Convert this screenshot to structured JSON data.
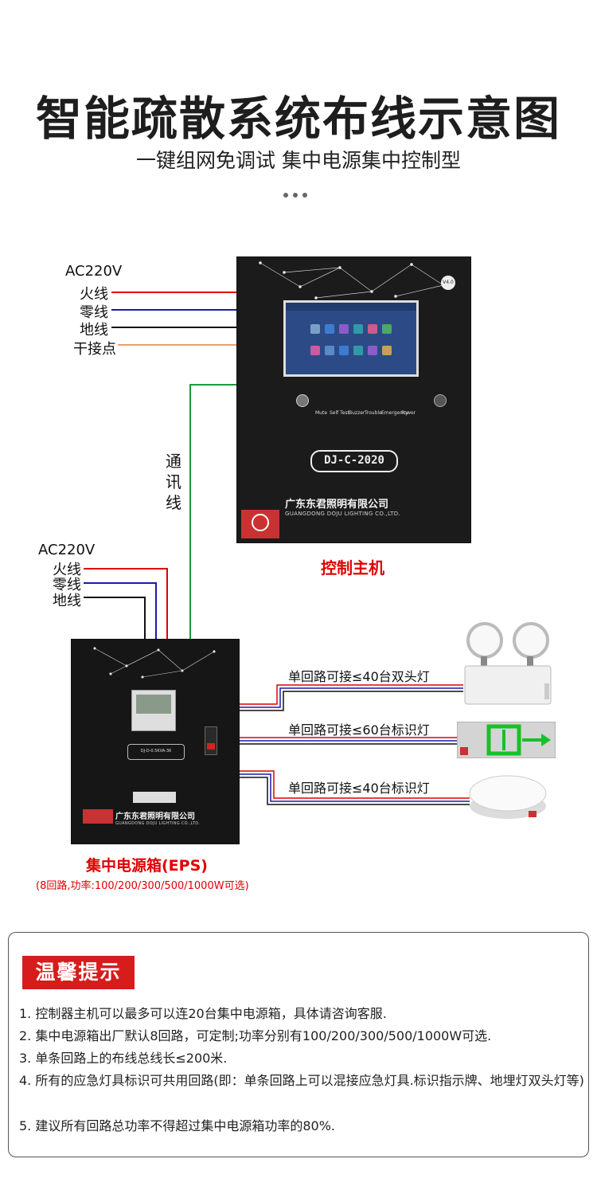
{
  "header": {
    "title": "智能疏散系统布线示意图",
    "subtitle": "一键组网免调试 集中电源集中控制型"
  },
  "top_feed": {
    "voltage": "AC220V",
    "live": "火线",
    "neutral": "零线",
    "ground": "地线",
    "dry_contact": "干接点"
  },
  "comm_line": "通讯线",
  "eps_feed": {
    "voltage": "AC220V",
    "live": "火线",
    "neutral": "零线",
    "ground": "地线"
  },
  "controller": {
    "model": "DJ-C-2020",
    "brand_cn": "广东东君照明有限公司",
    "brand_en": "GUANGDONG DOJU LIGHTING CO.,LTD.",
    "caption": "控制主机",
    "badge": "V4.0",
    "controls": [
      "Mute",
      "Self Test",
      "Buzzer",
      "Trouble",
      "Emergency",
      "Power"
    ]
  },
  "eps": {
    "model": "DJ-D-0.5KVA-36",
    "brand_cn": "广东东君照明有限公司",
    "brand_en": "GUANGDONG DOJU LIGHTING CO.,LTD.",
    "caption": "集中电源箱(EPS)",
    "caption_note": "(8回路,功率:100/200/300/500/1000W可选)"
  },
  "branches": [
    {
      "label": "单回路可接≤40台双头灯"
    },
    {
      "label": "单回路可接≤60台标识灯"
    },
    {
      "label": "单回路可接≤40台标识灯"
    }
  ],
  "tips": {
    "heading": "温馨提示",
    "items": [
      "1. 控制器主机可以最多可以连20台集中电源箱，具体请咨询客服.",
      "2. 集中电源箱出厂默认8回路，可定制;功率分别有100/200/300/500/1000W可选.",
      "3. 单条回路上的布线总线长≤200米.",
      "4. 所有的应急灯具标识可共用回路(即：单条回路上可以混接应急灯具.标识指示牌、地埋灯双头灯等)",
      "5. 建议所有回路总功率不得超过集中电源箱功率的80%."
    ]
  },
  "colors": {
    "live": "#e00000",
    "neutral": "#1a1aa8",
    "ground": "#111111",
    "dry_contact": "#e8a070",
    "comm": "#1a9a3a",
    "accent": "#d71c1c"
  }
}
